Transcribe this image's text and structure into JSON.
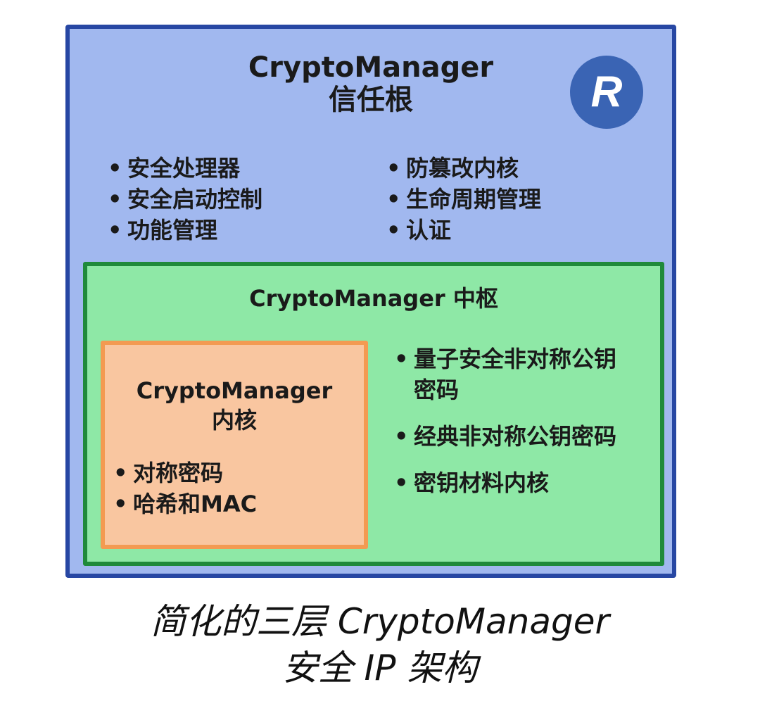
{
  "outer": {
    "title_line1": "CryptoManager",
    "title_line2": "信任根",
    "logo_text": "R",
    "features_left": [
      "安全处理器",
      "安全启动控制",
      "功能管理"
    ],
    "features_right": [
      "防篡改内核",
      "生命周期管理",
      "认证"
    ]
  },
  "middle": {
    "title": "CryptoManager 中枢",
    "features": [
      "量子安全非对称公钥密码",
      "经典非对称公钥密码",
      "密钥材料内核"
    ]
  },
  "inner": {
    "title_line1": "CryptoManager",
    "title_line2": "内核",
    "features": [
      "对称密码",
      "哈希和MAC"
    ]
  },
  "caption": {
    "line1": "简化的三层 CryptoManager",
    "line2": "安全 IP 架构"
  },
  "colors": {
    "outer_fill": "#a1b8ef",
    "outer_border": "#2747a3",
    "middle_fill": "#8ee8a6",
    "middle_border": "#1f8a3b",
    "inner_fill": "#f9c6a0",
    "inner_border": "#f39a52",
    "logo_fill": "#3a64b4"
  }
}
